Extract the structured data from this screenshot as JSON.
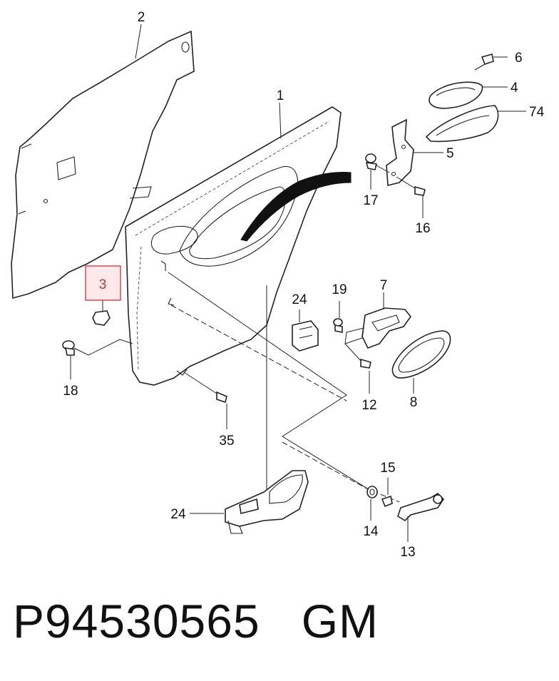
{
  "caption": {
    "part_number": "P94530565",
    "brand": "GM"
  },
  "highlighted_callout": "3",
  "highlight_color": "#d94a56",
  "callouts": {
    "c1": "1",
    "c2": "2",
    "c3": "3",
    "c4": "4",
    "c5": "5",
    "c6": "6",
    "c7": "7",
    "c8": "8",
    "c12": "12",
    "c13": "13",
    "c14": "14",
    "c15": "15",
    "c16": "16",
    "c17": "17",
    "c18": "18",
    "c19": "19",
    "c24a": "24",
    "c24b": "24",
    "c35": "35",
    "c74": "74"
  }
}
